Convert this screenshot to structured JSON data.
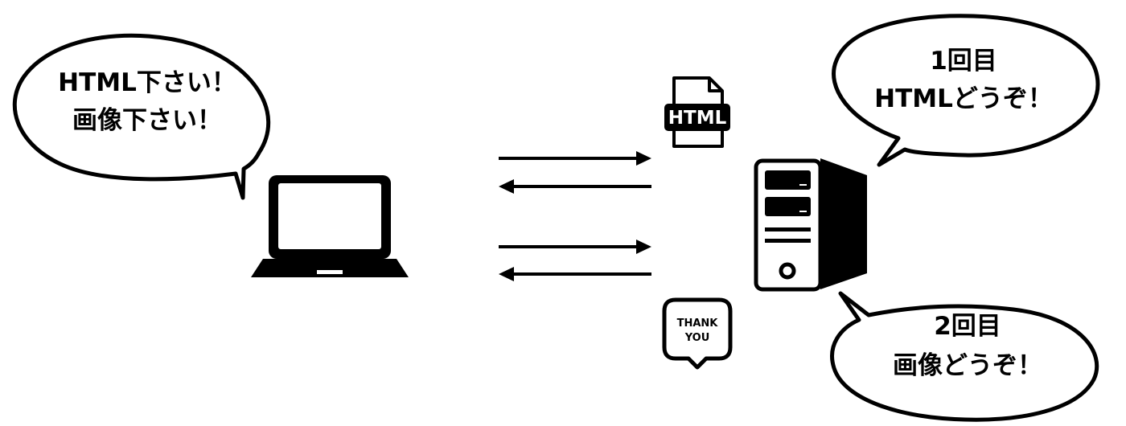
{
  "client_bubble": {
    "lines": [
      "HTML下さい！",
      "画像下さい！"
    ]
  },
  "server_bubble_top": {
    "lines": [
      "1回目",
      "HTMLどうぞ！"
    ]
  },
  "server_bubble_bottom": {
    "lines": [
      "2回目",
      "画像どうぞ！"
    ]
  },
  "html_file": {
    "label": "HTML",
    "icon": "html-file-icon"
  },
  "thank_you": {
    "lines": [
      "THANK",
      "YOU"
    ],
    "icon": "thank-you-speech-icon"
  },
  "laptop": {
    "icon": "laptop-icon"
  },
  "server": {
    "icon": "server-tower-icon"
  },
  "arrows": [
    {
      "direction": "right",
      "name": "request-arrow-1"
    },
    {
      "direction": "left",
      "name": "response-arrow-1"
    },
    {
      "direction": "right",
      "name": "request-arrow-2"
    },
    {
      "direction": "left",
      "name": "response-arrow-2"
    }
  ],
  "colors": {
    "stroke": "#000000",
    "background": "#ffffff"
  }
}
